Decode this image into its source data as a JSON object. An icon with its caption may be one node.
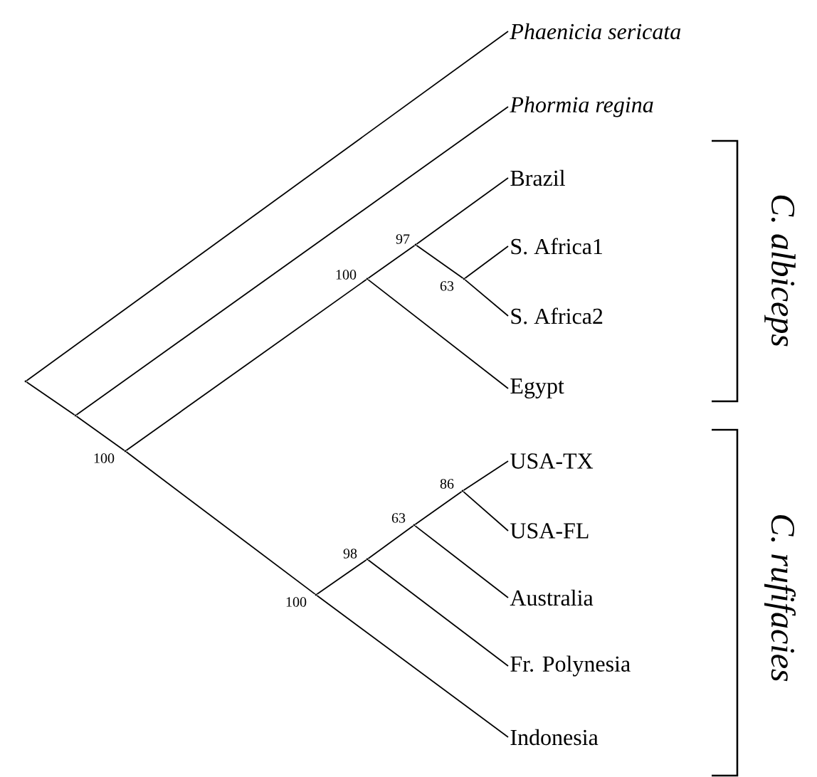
{
  "diagram": {
    "nodes": [
      {
        "text": [
          "Phaenicia sericata"
        ]
      },
      {
        "text": [
          "Phormia regina"
        ]
      },
      {
        "text": [
          "Brazil"
        ]
      },
      {
        "text": [
          "S. Africa1"
        ]
      },
      {
        "text": [
          "S. Africa2"
        ]
      },
      {
        "text": [
          "Egypt"
        ]
      },
      {
        "text": [
          "USA-TX"
        ]
      },
      {
        "text": [
          "USA-FL"
        ]
      },
      {
        "text": [
          "Australia"
        ]
      },
      {
        "text": [
          "Fr. Polynesia"
        ]
      },
      {
        "text": [
          "Indonesia"
        ]
      },
      {
        "text": [],
        "shape": "point"
      },
      {
        "text": [],
        "shape": "point"
      },
      {
        "text": [],
        "shape": "point",
        "beside": [
          "100"
        ]
      },
      {
        "text": [],
        "shape": "point",
        "beside": [
          "100"
        ]
      },
      {
        "text": [],
        "shape": "point",
        "beside": [
          "97"
        ]
      },
      {
        "text": [],
        "shape": "point",
        "beside": [
          "63"
        ]
      },
      {
        "text": [],
        "shape": "point",
        "beside": [
          "100"
        ]
      },
      {
        "text": [],
        "shape": "point",
        "beside": [
          "98"
        ]
      },
      {
        "text": [],
        "shape": "point",
        "beside": [
          "63"
        ]
      },
      {
        "text": [],
        "shape": "point",
        "beside": [
          "86"
        ]
      }
    ],
    "edges": [
      {
        "from": 11,
        "to": 0,
        "arrow": "none"
      },
      {
        "from": 11,
        "to": 12,
        "arrow": "none"
      },
      {
        "from": 12,
        "to": 1,
        "arrow": "none"
      },
      {
        "from": 12,
        "to": 13,
        "arrow": "none"
      },
      {
        "from": 13,
        "to": 14,
        "arrow": "none"
      },
      {
        "from": 13,
        "to": 17,
        "arrow": "none"
      },
      {
        "from": 14,
        "to": 15,
        "arrow": "none"
      },
      {
        "from": 14,
        "to": 5,
        "arrow": "none"
      },
      {
        "from": 15,
        "to": 2,
        "arrow": "none"
      },
      {
        "from": 15,
        "to": 16,
        "arrow": "none"
      },
      {
        "from": 16,
        "to": 3,
        "arrow": "none"
      },
      {
        "from": 16,
        "to": 4,
        "arrow": "none"
      },
      {
        "from": 17,
        "to": 18,
        "arrow": "none"
      },
      {
        "from": 17,
        "to": 10,
        "arrow": "none"
      },
      {
        "from": 18,
        "to": 19,
        "arrow": "none"
      },
      {
        "from": 18,
        "to": 9,
        "arrow": "none"
      },
      {
        "from": 19,
        "to": 20,
        "arrow": "none"
      },
      {
        "from": 19,
        "to": 8,
        "arrow": "none"
      },
      {
        "from": 20,
        "to": 6,
        "arrow": "none"
      },
      {
        "from": 20,
        "to": 7,
        "arrow": "none"
      }
    ],
    "labels": [
      "C. albiceps",
      "C. rufifacies"
    ]
  }
}
